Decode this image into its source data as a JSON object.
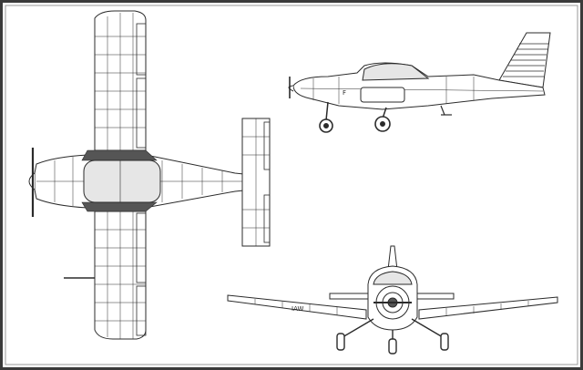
{
  "drawing": {
    "views": [
      "top-view",
      "side-view",
      "front-view"
    ],
    "colors": {
      "frame_outer": "#3a3a3a",
      "frame_inner": "#9a9a9a",
      "ink": "#2b2b2b",
      "hatch": "#555555",
      "canopy_fill": "#e6e6e6",
      "paper": "#ffffff"
    },
    "side_view_label": "F",
    "front_view_label": "IAW"
  }
}
